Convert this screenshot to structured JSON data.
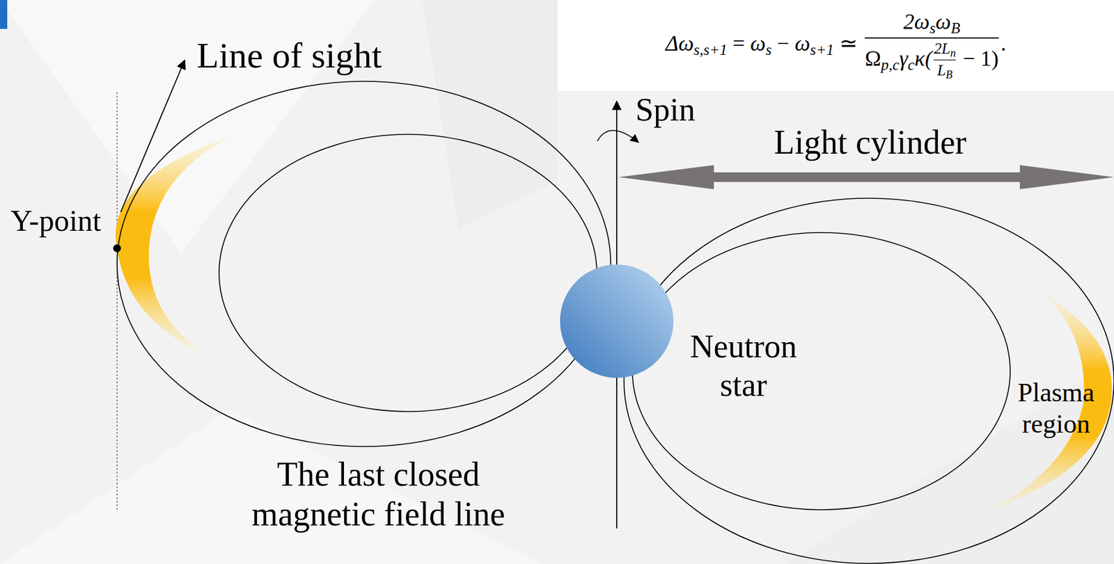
{
  "diagram": {
    "labels": [
      "Line of sight",
      "Y-point",
      "Spin",
      "Light cylinder",
      "Neutron star",
      "Plasma region",
      "The last closed magnetic field line",
      "Δω",
      "s,s+1",
      "=",
      "ω",
      "s",
      "−",
      "ω",
      "s+1",
      "≃",
      "2ω",
      "s",
      "ω",
      "B",
      "Ω",
      "p,c",
      "γ",
      "c",
      "κ(",
      "2L",
      "n",
      "L",
      "B",
      "−",
      "1)",
      "."
    ]
  }
}
